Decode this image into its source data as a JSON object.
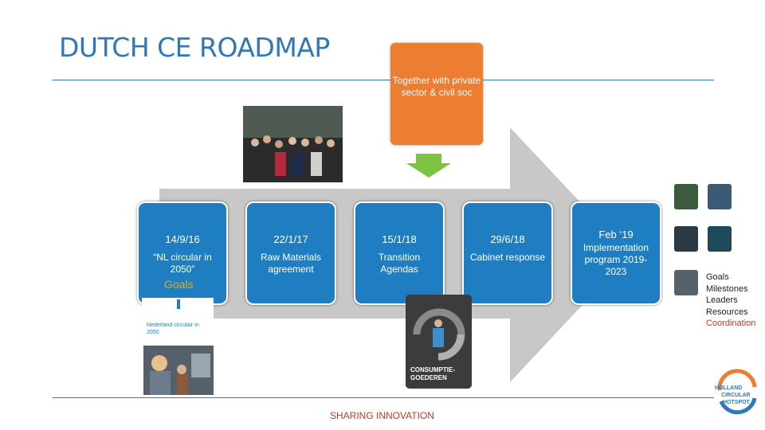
{
  "title": "DUTCH CE ROADMAP",
  "callout": {
    "text": "Together with private sector & civil soc"
  },
  "milestones": [
    {
      "date": "14/9/16",
      "desc": "“NL circular in 2050”"
    },
    {
      "date": "22/1/17",
      "desc": "Raw Materials agreement"
    },
    {
      "date": "15/1/18",
      "desc": "Transition Agendas"
    },
    {
      "date": "29/6/18",
      "desc": "Cabinet response"
    },
    {
      "date": "Feb ‘19",
      "desc": "Implementation program 2019-2023"
    }
  ],
  "goals_label": "Goals",
  "booklet_caption": "Nederland circulair in 2050",
  "cover_title": "CONSUMPTIE-GOEDEREN",
  "side_list": [
    "Goals",
    "Milestones",
    "Leaders",
    "Resources",
    "Coordination"
  ],
  "footer": "SHARING INNOVATION",
  "logo": {
    "line1": "HOLLAND",
    "line2": "CIRCULAR",
    "line3": "HOTSPOT"
  },
  "colors": {
    "title": "#2f78b9",
    "orange": "#ed7d31",
    "card_blue": "#1f7ec2",
    "arrow_gray": "#c8c8c8",
    "green": "#7dc242",
    "footer_red": "#c0392b"
  }
}
